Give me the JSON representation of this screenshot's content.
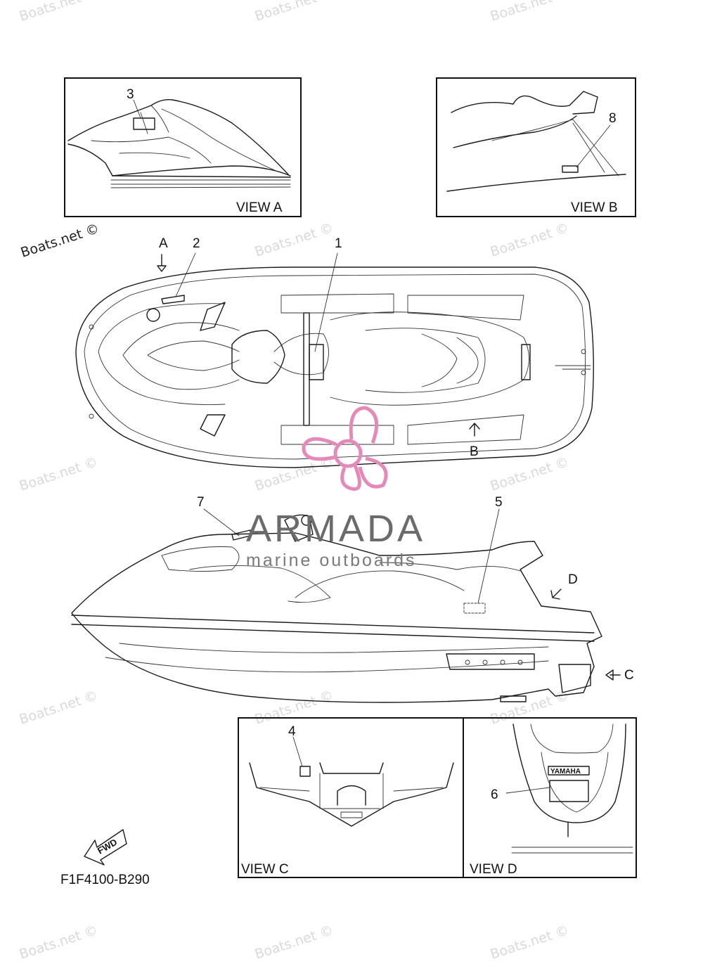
{
  "views": {
    "a": "VIEW A",
    "b": "VIEW B",
    "c": "VIEW C",
    "d": "VIEW D"
  },
  "callouts": [
    "1",
    "2",
    "3",
    "4",
    "5",
    "6",
    "7",
    "8"
  ],
  "arrows": {
    "a": "A",
    "b": "B",
    "c": "C",
    "d": "D"
  },
  "fwd": "FWD",
  "part_code": "F1F4100-B290",
  "watermark": {
    "dark": "Boats.net ©",
    "light": "Boats.net ©"
  },
  "logo": {
    "name": "ARMADA",
    "tagline": "marine outboards",
    "color": "#e58ab8"
  },
  "badge": "YAMAHA"
}
